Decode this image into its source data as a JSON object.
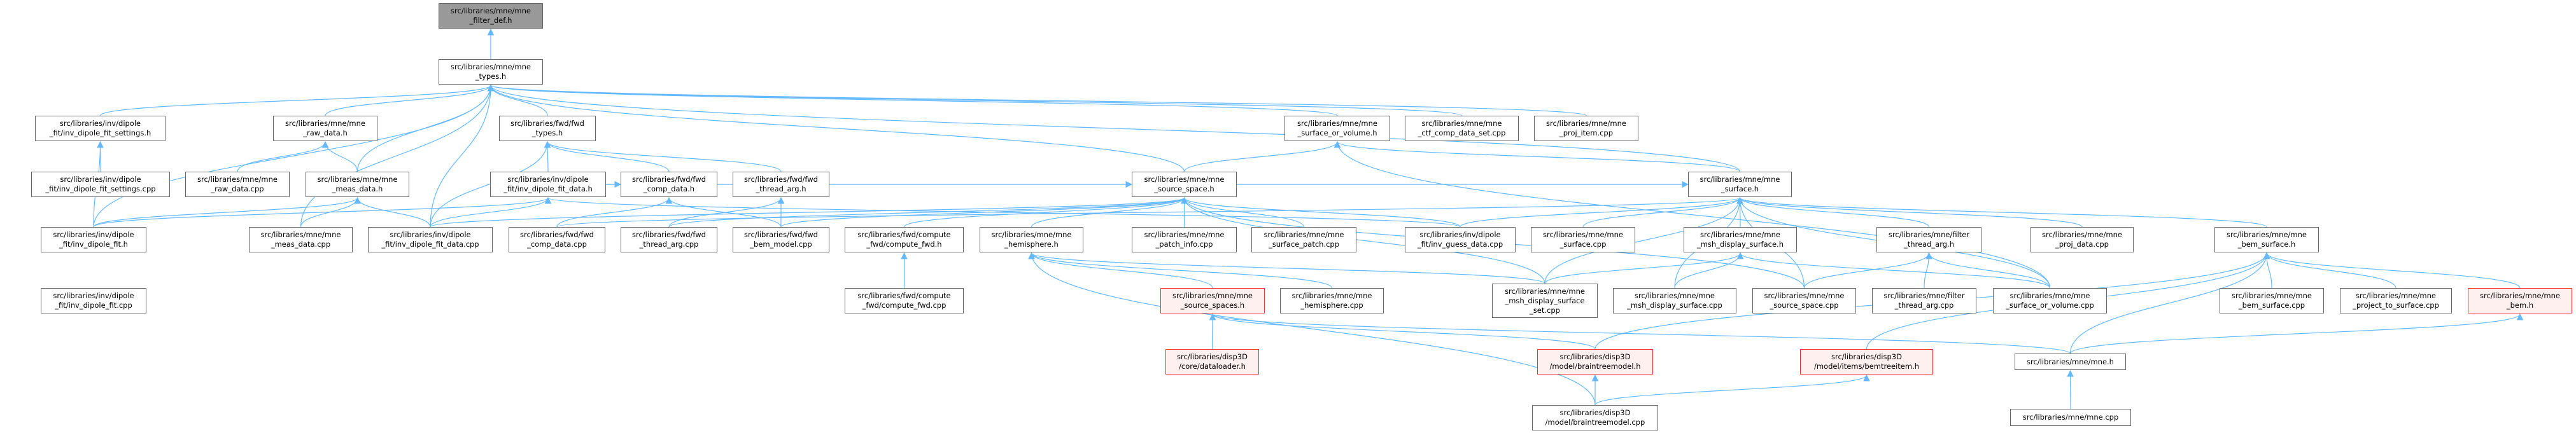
{
  "title": "Include dependency graph (included by) for src/libraries/mne/mne_filter_def.h",
  "colors": {
    "edge": "#63b8ff",
    "current_fill": "#999999",
    "node_border": "#666666",
    "red_border": "#f03030",
    "red_fill": "#fff0f0"
  },
  "nodes": [
    {
      "id": "filter_def",
      "label": "src/libraries/mne/mne\n_filter_def.h",
      "style": "current"
    },
    {
      "id": "types_h",
      "label": "src/libraries/mne/mne\n_types.h"
    },
    {
      "id": "dipole_settings_h",
      "label": "src/libraries/inv/dipole\n_fit/inv_dipole_fit_settings.h"
    },
    {
      "id": "raw_data_h",
      "label": "src/libraries/mne/mne\n_raw_data.h"
    },
    {
      "id": "fwd_types_h",
      "label": "src/libraries/fwd/fwd\n_types.h"
    },
    {
      "id": "surf_vol_h",
      "label": "src/libraries/mne/mne\n_surface_or_volume.h"
    },
    {
      "id": "ctf_cpp",
      "label": "src/libraries/mne/mne\n_ctf_comp_data_set.cpp"
    },
    {
      "id": "proj_item_cpp",
      "label": "src/libraries/mne/mne\n_proj_item.cpp"
    },
    {
      "id": "settings_cpp",
      "label": "src/libraries/inv/dipole\n_fit/inv_dipole_fit_settings.cpp"
    },
    {
      "id": "raw_data_cpp",
      "label": "src/libraries/mne/mne\n_raw_data.cpp"
    },
    {
      "id": "meas_data_h",
      "label": "src/libraries/mne/mne\n_meas_data.h"
    },
    {
      "id": "dipole_data_h",
      "label": "src/libraries/inv/dipole\n_fit/inv_dipole_fit_data.h"
    },
    {
      "id": "comp_data_h",
      "label": "src/libraries/fwd/fwd\n_comp_data.h"
    },
    {
      "id": "thread_arg_h",
      "label": "src/libraries/fwd/fwd\n_thread_arg.h"
    },
    {
      "id": "source_space_h",
      "label": "src/libraries/mne/mne\n_source_space.h"
    },
    {
      "id": "surface_h",
      "label": "src/libraries/mne/mne\n_surface.h"
    },
    {
      "id": "dipole_fit_h",
      "label": "src/libraries/inv/dipole\n_fit/inv_dipole_fit.h"
    },
    {
      "id": "meas_data_cpp",
      "label": "src/libraries/mne/mne\n_meas_data.cpp"
    },
    {
      "id": "dipole_data_cpp",
      "label": "src/libraries/inv/dipole\n_fit/inv_dipole_fit_data.cpp"
    },
    {
      "id": "comp_data_cpp",
      "label": "src/libraries/fwd/fwd\n_comp_data.cpp"
    },
    {
      "id": "thread_arg_cpp",
      "label": "src/libraries/fwd/fwd\n_thread_arg.cpp"
    },
    {
      "id": "bem_model_cpp",
      "label": "src/libraries/fwd/fwd\n_bem_model.cpp"
    },
    {
      "id": "compute_fwd_h",
      "label": "src/libraries/fwd/compute\n_fwd/compute_fwd.h"
    },
    {
      "id": "hemisphere_h",
      "label": "src/libraries/mne/mne\n_hemisphere.h"
    },
    {
      "id": "patch_info_cpp",
      "label": "src/libraries/mne/mne\n_patch_info.cpp"
    },
    {
      "id": "surface_patch_cpp",
      "label": "src/libraries/mne/mne\n_surface_patch.cpp"
    },
    {
      "id": "guess_data_cpp",
      "label": "src/libraries/inv/dipole\n_fit/inv_guess_data.cpp"
    },
    {
      "id": "surface_cpp",
      "label": "src/libraries/mne/mne\n_surface.cpp"
    },
    {
      "id": "msh_h",
      "label": "src/libraries/mne/mne\n_msh_display_surface.h"
    },
    {
      "id": "filter_thread_h",
      "label": "src/libraries/mne/filter\n_thread_arg.h"
    },
    {
      "id": "proj_data_cpp",
      "label": "src/libraries/mne/mne\n_proj_data.cpp"
    },
    {
      "id": "bem_surface_h",
      "label": "src/libraries/mne/mne\n_bem_surface.h"
    },
    {
      "id": "dipole_fit_cpp",
      "label": "src/libraries/inv/dipole\n_fit/inv_dipole_fit.cpp"
    },
    {
      "id": "compute_fwd_cpp",
      "label": "src/libraries/fwd/compute\n_fwd/compute_fwd.cpp"
    },
    {
      "id": "source_spaces_h",
      "label": "src/libraries/mne/mne\n_source_spaces.h",
      "style": "red"
    },
    {
      "id": "hemisphere_cpp",
      "label": "src/libraries/mne/mne\n_hemisphere.cpp"
    },
    {
      "id": "msh_set_cpp",
      "label": "src/libraries/mne/mne\n_msh_display_surface\n_set.cpp"
    },
    {
      "id": "msh_cpp",
      "label": "src/libraries/mne/mne\n_msh_display_surface.cpp"
    },
    {
      "id": "source_space_cpp",
      "label": "src/libraries/mne/mne\n_source_space.cpp"
    },
    {
      "id": "filter_thread_cpp",
      "label": "src/libraries/mne/filter\n_thread_arg.cpp"
    },
    {
      "id": "surf_vol_cpp",
      "label": "src/libraries/mne/mne\n_surface_or_volume.cpp"
    },
    {
      "id": "bem_surface_cpp",
      "label": "src/libraries/mne/mne\n_bem_surface.cpp"
    },
    {
      "id": "project_cpp",
      "label": "src/libraries/mne/mne\n_project_to_surface.cpp"
    },
    {
      "id": "bem_h",
      "label": "src/libraries/mne/mne\n_bem.h",
      "style": "red"
    },
    {
      "id": "dataloader_h",
      "label": "src/libraries/disp3D\n/core/dataloader.h",
      "style": "red"
    },
    {
      "id": "braintree_h",
      "label": "src/libraries/disp3D\n/model/braintreemodel.h",
      "style": "red"
    },
    {
      "id": "bemtree_h",
      "label": "src/libraries/disp3D\n/model/items/bemtreeitem.h",
      "style": "red"
    },
    {
      "id": "mne_h",
      "label": "src/libraries/mne/mne.h"
    },
    {
      "id": "braintree_cpp",
      "label": "src/libraries/disp3D\n/model/braintreemodel.cpp"
    },
    {
      "id": "mne_cpp",
      "label": "src/libraries/mne/mne.cpp"
    }
  ],
  "edges": [
    [
      "types_h",
      "filter_def"
    ],
    [
      "dipole_settings_h",
      "types_h"
    ],
    [
      "raw_data_h",
      "types_h"
    ],
    [
      "meas_data_h",
      "types_h"
    ],
    [
      "meas_data_cpp",
      "types_h"
    ],
    [
      "dipole_data_cpp",
      "types_h"
    ],
    [
      "fwd_types_h",
      "types_h"
    ],
    [
      "dipole_fit_h",
      "types_h"
    ],
    [
      "surf_vol_h",
      "types_h"
    ],
    [
      "ctf_cpp",
      "types_h"
    ],
    [
      "proj_item_cpp",
      "types_h"
    ],
    [
      "source_space_h",
      "types_h"
    ],
    [
      "surface_h",
      "types_h"
    ],
    [
      "settings_cpp",
      "dipole_settings_h"
    ],
    [
      "dipole_fit_h",
      "dipole_settings_h"
    ],
    [
      "raw_data_cpp",
      "raw_data_h"
    ],
    [
      "meas_data_h",
      "raw_data_h"
    ],
    [
      "dipole_fit_h",
      "meas_data_h"
    ],
    [
      "meas_data_cpp",
      "meas_data_h"
    ],
    [
      "dipole_data_cpp",
      "meas_data_h"
    ],
    [
      "dipole_data_h",
      "fwd_types_h"
    ],
    [
      "comp_data_h",
      "fwd_types_h"
    ],
    [
      "thread_arg_h",
      "fwd_types_h"
    ],
    [
      "dipole_data_cpp",
      "fwd_types_h"
    ],
    [
      "dipole_fit_h",
      "dipole_data_h"
    ],
    [
      "dipole_data_cpp",
      "dipole_data_h"
    ],
    [
      "guess_data_cpp",
      "dipole_data_h"
    ],
    [
      "comp_data_cpp",
      "comp_data_h"
    ],
    [
      "bem_model_cpp",
      "comp_data_h"
    ],
    [
      "dipole_data_h",
      "comp_data_h"
    ],
    [
      "thread_arg_cpp",
      "thread_arg_h"
    ],
    [
      "bem_model_cpp",
      "thread_arg_h"
    ],
    [
      "source_space_h",
      "surf_vol_h"
    ],
    [
      "surface_h",
      "surf_vol_h"
    ],
    [
      "surf_vol_cpp",
      "surf_vol_h"
    ],
    [
      "dipole_data_h",
      "source_space_h"
    ],
    [
      "thread_arg_cpp",
      "source_space_h"
    ],
    [
      "bem_model_cpp",
      "source_space_h"
    ],
    [
      "compute_fwd_h",
      "source_space_h"
    ],
    [
      "hemisphere_h",
      "source_space_h"
    ],
    [
      "patch_info_cpp",
      "source_space_h"
    ],
    [
      "surface_patch_cpp",
      "source_space_h"
    ],
    [
      "guess_data_cpp",
      "source_space_h"
    ],
    [
      "source_space_cpp",
      "source_space_h"
    ],
    [
      "msh_set_cpp",
      "source_space_h"
    ],
    [
      "dipole_data_cpp",
      "source_space_h"
    ],
    [
      "source_space_h",
      "surface_h"
    ],
    [
      "guess_data_cpp",
      "surface_h"
    ],
    [
      "surface_cpp",
      "surface_h"
    ],
    [
      "msh_h",
      "surface_h"
    ],
    [
      "msh_set_cpp",
      "surface_h"
    ],
    [
      "msh_cpp",
      "surface_h"
    ],
    [
      "source_space_cpp",
      "surface_h"
    ],
    [
      "filter_thread_h",
      "surface_h"
    ],
    [
      "bem_surface_h",
      "surface_h"
    ],
    [
      "proj_data_cpp",
      "surface_h"
    ],
    [
      "surf_vol_cpp",
      "surface_h"
    ],
    [
      "comp_data_cpp",
      "surface_h"
    ],
    [
      "msh_set_cpp",
      "msh_h"
    ],
    [
      "msh_cpp",
      "msh_h"
    ],
    [
      "surf_vol_cpp",
      "msh_h"
    ],
    [
      "filter_thread_cpp",
      "filter_thread_h"
    ],
    [
      "surf_vol_cpp",
      "filter_thread_h"
    ],
    [
      "source_space_cpp",
      "filter_thread_h"
    ],
    [
      "compute_fwd_cpp",
      "compute_fwd_h"
    ],
    [
      "source_spaces_h",
      "hemisphere_h"
    ],
    [
      "hemisphere_cpp",
      "hemisphere_h"
    ],
    [
      "braintree_cpp",
      "hemisphere_h"
    ],
    [
      "msh_set_cpp",
      "hemisphere_h"
    ],
    [
      "dataloader_h",
      "source_spaces_h"
    ],
    [
      "braintree_h",
      "source_spaces_h"
    ],
    [
      "mne_h",
      "source_spaces_h"
    ],
    [
      "braintree_cpp",
      "braintree_h"
    ],
    [
      "braintree_cpp",
      "bemtree_h"
    ],
    [
      "bem_surface_cpp",
      "bem_surface_h"
    ],
    [
      "project_cpp",
      "bem_surface_h"
    ],
    [
      "bem_h",
      "bem_surface_h"
    ],
    [
      "mne_h",
      "bem_surface_h"
    ],
    [
      "bemtree_h",
      "bem_surface_h"
    ],
    [
      "braintree_h",
      "bem_surface_h"
    ],
    [
      "mne_h",
      "bem_h"
    ],
    [
      "mne_cpp",
      "mne_h"
    ]
  ]
}
